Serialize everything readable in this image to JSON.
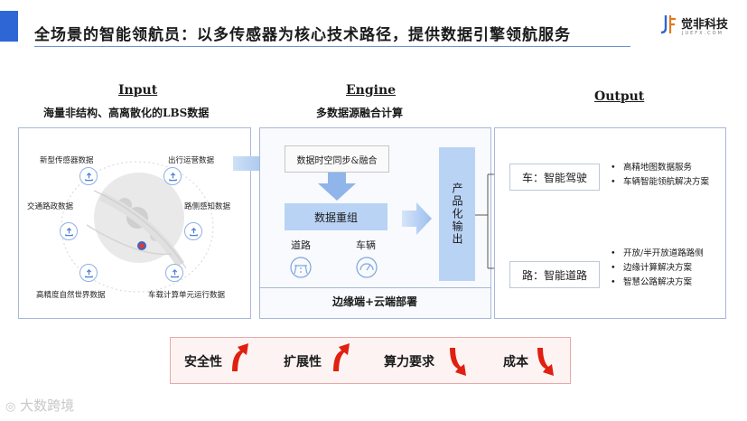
{
  "header": {
    "title": "全场景的智能领航员：以多传感器为核心技术路径，提供数据引擎领航服务",
    "logo_text": "觉非科技",
    "logo_sub": "JUEFX.COM",
    "accent_color": "#2f66d6"
  },
  "input": {
    "heading": "Input",
    "subheading": "海量非结构、高离散化的LBS数据",
    "sources": [
      {
        "label": "新型传感器数据",
        "icon": "upload-icon"
      },
      {
        "label": "出行运营数据",
        "icon": "upload-icon"
      },
      {
        "label": "交通路政数据",
        "icon": "upload-icon"
      },
      {
        "label": "路侧感知数据",
        "icon": "upload-icon"
      },
      {
        "label": "高精度自然世界数据",
        "icon": "upload-icon"
      },
      {
        "label": "车载计算单元运行数据",
        "icon": "upload-icon"
      }
    ]
  },
  "engine": {
    "heading": "Engine",
    "subheading": "多数据源融合计算",
    "sync_label": "数据时空同步&融合",
    "regroup_label": "数据重组",
    "road_label": "道路",
    "vehicle_label": "车辆",
    "product_label": "产品化输出",
    "edge_label": "边缘端+云端部署"
  },
  "output": {
    "heading": "Output",
    "car": {
      "label": "车：智能驾驶",
      "items": [
        "高精地图数据服务",
        "车辆智能领航解决方案"
      ]
    },
    "road": {
      "label": "路：智能道路",
      "items": [
        "开放/半开放道路路侧",
        "边缘计算解决方案",
        "智慧公路解决方案"
      ]
    }
  },
  "metrics": [
    {
      "label": "安全性",
      "trend": "up"
    },
    {
      "label": "扩展性",
      "trend": "up"
    },
    {
      "label": "算力要求",
      "trend": "down"
    },
    {
      "label": "成本",
      "trend": "down"
    }
  ],
  "watermark": "大数跨境",
  "colors": {
    "light_blue": "#b9d3f5",
    "arrow_red": "#e02010",
    "box_border": "#a8b8d8"
  }
}
